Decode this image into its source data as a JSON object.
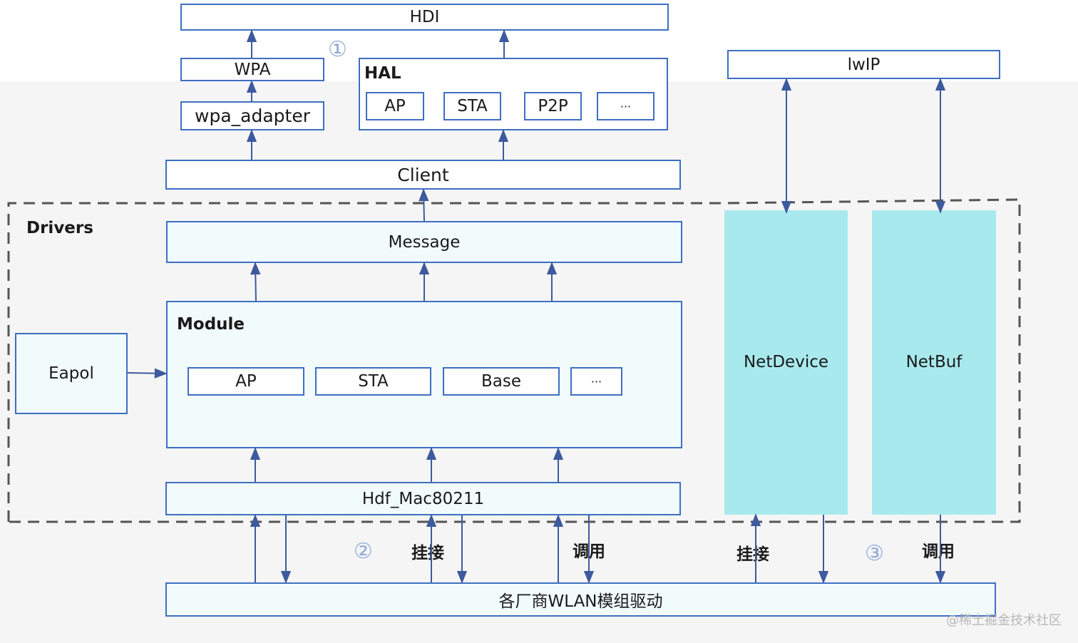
{
  "boxes": {
    "hdi": "HDI",
    "wpa": "WPA",
    "wpa_adapter": "wpa_adapter",
    "hal_title": "HAL",
    "hal_ap": "AP",
    "hal_sta": "STA",
    "hal_p2p": "P2P",
    "hal_more": "···",
    "lwip": "lwIP",
    "client": "Client",
    "drivers_title": "Drivers",
    "message": "Message",
    "module_title": "Module",
    "module_ap": "AP",
    "module_sta": "STA",
    "module_base": "Base",
    "module_more": "···",
    "eapol": "Eapol",
    "netdevice": "NetDevice",
    "netbuf": "NetBuf",
    "hdf_mac": "Hdf_Mac80211",
    "vendor": "各厂商WLAN模组驱动"
  },
  "labels": {
    "mark1": "①",
    "mark2": "②",
    "mark3": "③",
    "attach_left": "挂接",
    "call_left": "调用",
    "attach_right": "挂接",
    "call_right": "调用",
    "watermark": "@稀土掘金技术社区"
  },
  "colors": {
    "border": "#3d6fc2",
    "arrow": "#3d5a9e",
    "cyan_fill": "#a8e9ed",
    "dashed": "#555555"
  }
}
